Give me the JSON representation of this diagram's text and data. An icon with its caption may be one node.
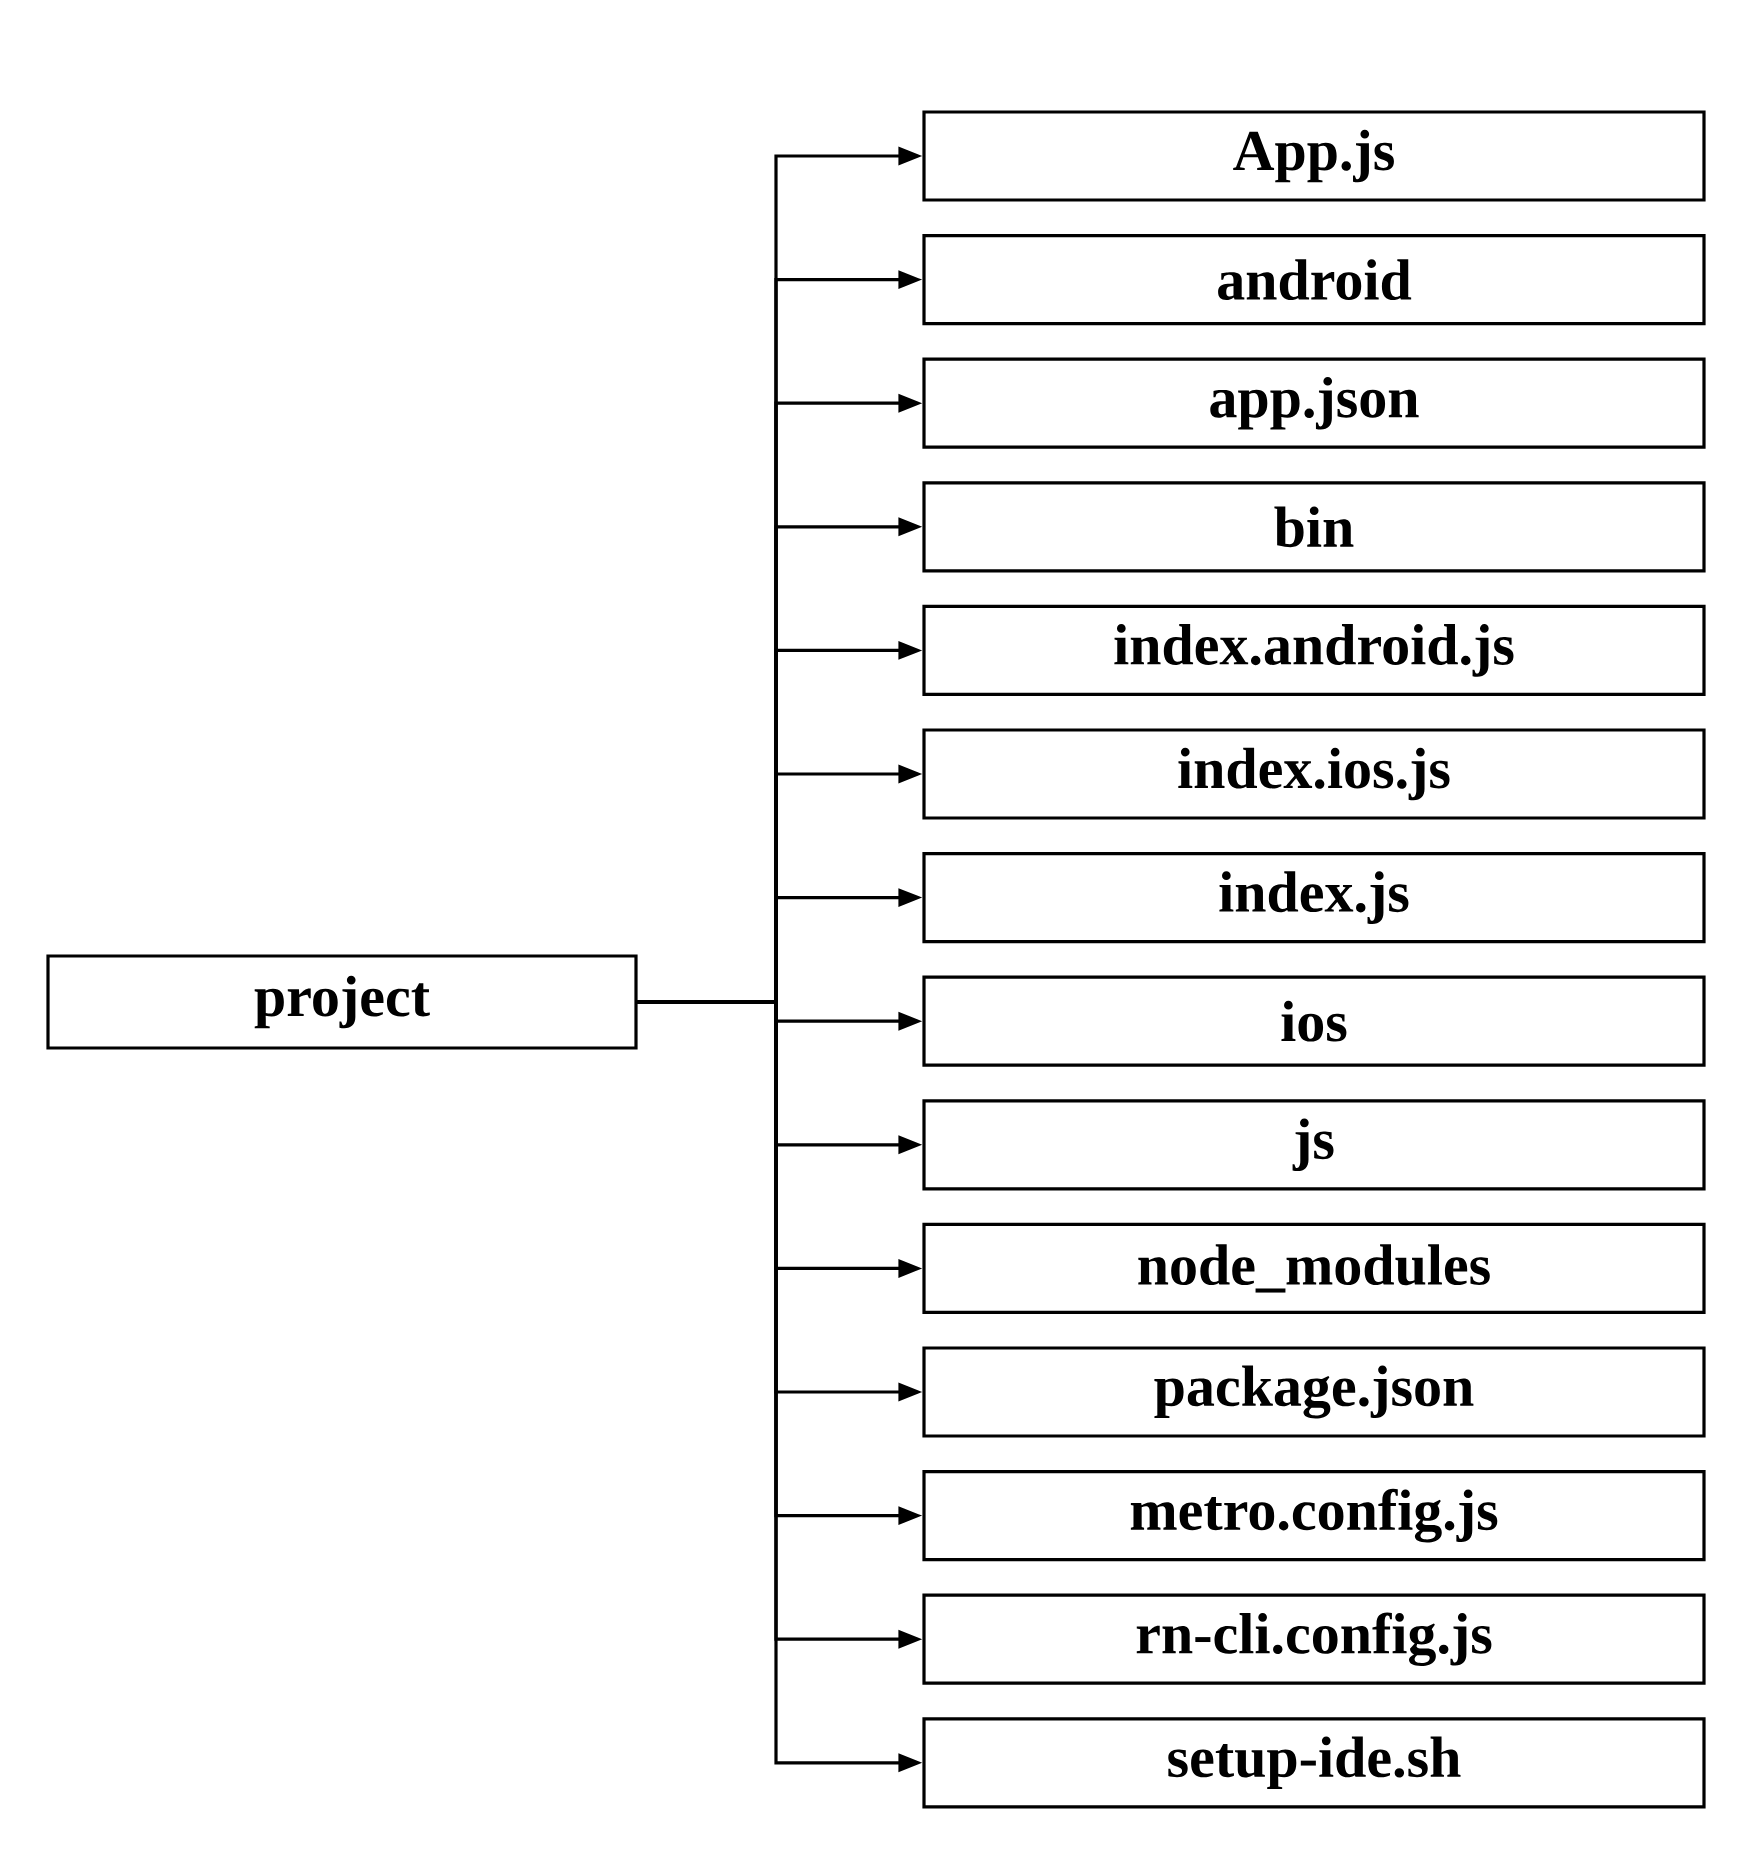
{
  "diagram": {
    "nodes": [
      {
        "text": [
          "project"
        ]
      },
      {
        "text": [
          "App.js"
        ]
      },
      {
        "text": [
          "android"
        ]
      },
      {
        "text": [
          "app.json"
        ]
      },
      {
        "text": [
          "bin"
        ]
      },
      {
        "text": [
          "index.android.js"
        ]
      },
      {
        "text": [
          "index.ios.js"
        ]
      },
      {
        "text": [
          "index.js"
        ]
      },
      {
        "text": [
          "ios"
        ]
      },
      {
        "text": [
          "js"
        ]
      },
      {
        "text": [
          "node_modules"
        ]
      },
      {
        "text": [
          "package.json"
        ]
      },
      {
        "text": [
          "metro.config.js"
        ]
      },
      {
        "text": [
          "rn-cli.config.js"
        ]
      },
      {
        "text": [
          "setup-ide.sh"
        ]
      }
    ],
    "edges": [
      {
        "from": 0,
        "to": 1,
        "arrow": "to"
      },
      {
        "from": 0,
        "to": 2,
        "arrow": "to"
      },
      {
        "from": 0,
        "to": 3,
        "arrow": "to"
      },
      {
        "from": 0,
        "to": 4,
        "arrow": "to"
      },
      {
        "from": 0,
        "to": 5,
        "arrow": "to"
      },
      {
        "from": 0,
        "to": 6,
        "arrow": "to"
      },
      {
        "from": 0,
        "to": 7,
        "arrow": "to"
      },
      {
        "from": 0,
        "to": 8,
        "arrow": "to"
      },
      {
        "from": 0,
        "to": 9,
        "arrow": "to"
      },
      {
        "from": 0,
        "to": 10,
        "arrow": "to"
      },
      {
        "from": 0,
        "to": 11,
        "arrow": "to"
      },
      {
        "from": 0,
        "to": 12,
        "arrow": "to"
      },
      {
        "from": 0,
        "to": 13,
        "arrow": "to"
      },
      {
        "from": 0,
        "to": 14,
        "arrow": "to"
      }
    ]
  }
}
